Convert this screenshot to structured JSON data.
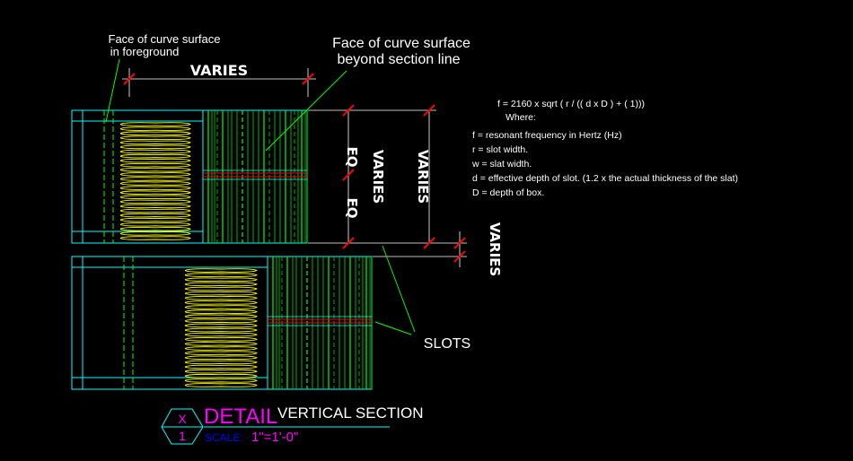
{
  "labels": {
    "curve_foreground_line1": "Face of curve surface",
    "curve_foreground_line2": "in foreground",
    "curve_beyond_line1": "Face of curve surface",
    "curve_beyond_line2": "beyond section line",
    "slots": "SLOTS"
  },
  "dimensions": {
    "top_varies": "VARIES",
    "eq_top": "EQ",
    "eq_bottom": "EQ",
    "varies_mid": "VARIES",
    "varies_right": "VARIES",
    "varies_slot": "VARIES"
  },
  "formula": {
    "equation": "f = 2160 x sqrt ( r / (( d x D ) + ( 1)))",
    "where": "Where:",
    "def_f": "f = resonant frequency in Hertz (Hz)",
    "def_r": "r = slot width.",
    "def_w": "w = slat width.",
    "def_d": "d = effective depth of slot. (1.2 x the actual thickness of the slat)",
    "def_D": "D = depth of box."
  },
  "title_block": {
    "detail_number": "X",
    "sheet_number": "1",
    "detail_word": "DETAIL",
    "title": "VERTICAL SECTION",
    "scale_label": "SCALE:",
    "scale_value": "1\"=1'-0\""
  },
  "colors": {
    "background": "#000000",
    "box_outline": "#00ffff",
    "slats": "#00ff00",
    "insulation": "#ffff00",
    "dimension": "#ff0000",
    "detail_word": "#ff00ff",
    "scale_label": "#0000ff"
  }
}
